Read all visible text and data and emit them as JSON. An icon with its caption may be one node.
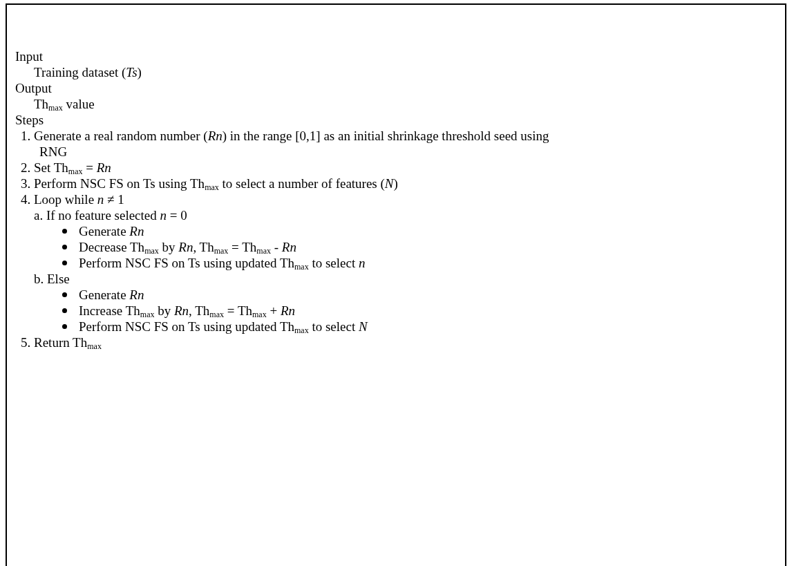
{
  "diagram": {
    "nodes": [
      {
        "text": [
          "Input",
          "Training dataset (*Ts*)",
          "Output",
          "Th$_{max}$ value",
          "Steps",
          "1. Generate a real random number (*Rn*) in the range [0,1] as an initial shrinkage threshold seed using RNG",
          "2. Set Th$_{max}$ = *Rn*",
          "3. Perform NSC FS on Ts using Th$_{max}$ to select a number of features (*N*)",
          "4. Loop while *n* ≠ 1",
          "a. If no feature selected *n* = 0",
          "Generate *Rn*",
          "Decrease Th$_{max}$ by *Rn*, Th$_{max}$ = Th$_{max}$ - *Rn*",
          "Perform NSC FS on Ts using updated Th$_{max}$ to select *n*",
          "b. Else",
          "Generate *Rn*",
          "Increase Th$_{max}$ by *Rn*, Th$_{max}$ = Th$_{max}$ + *Rn*",
          "Perform NSC FS on Ts using updated Th$_{max}$ to select *N*",
          "5. Return Th$_{max}$"
        ]
      }
    ]
  }
}
